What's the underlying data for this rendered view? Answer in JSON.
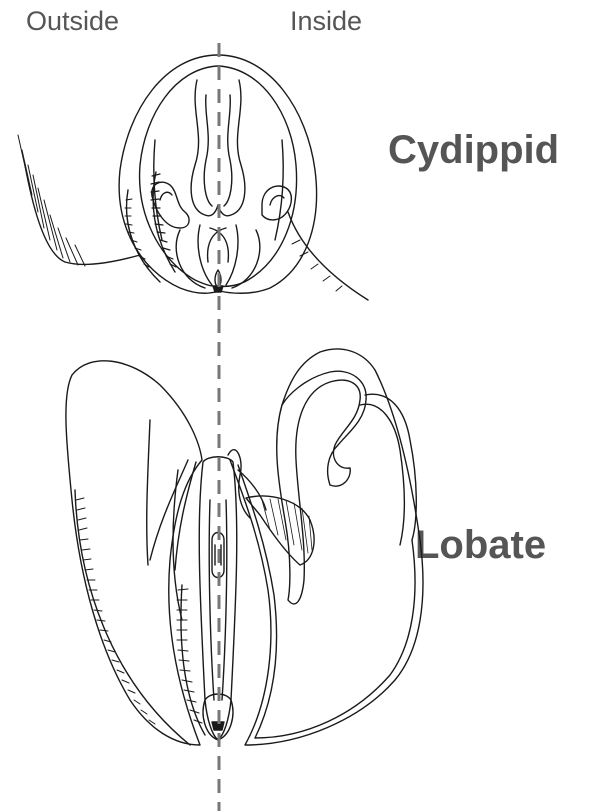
{
  "labels": {
    "outside": "Outside",
    "inside": "Inside",
    "cydippid": "Cydippid",
    "lobate": "Lobate"
  },
  "colors": {
    "text": "#555555",
    "line": "#1a1a1a",
    "divider": "#777777"
  }
}
